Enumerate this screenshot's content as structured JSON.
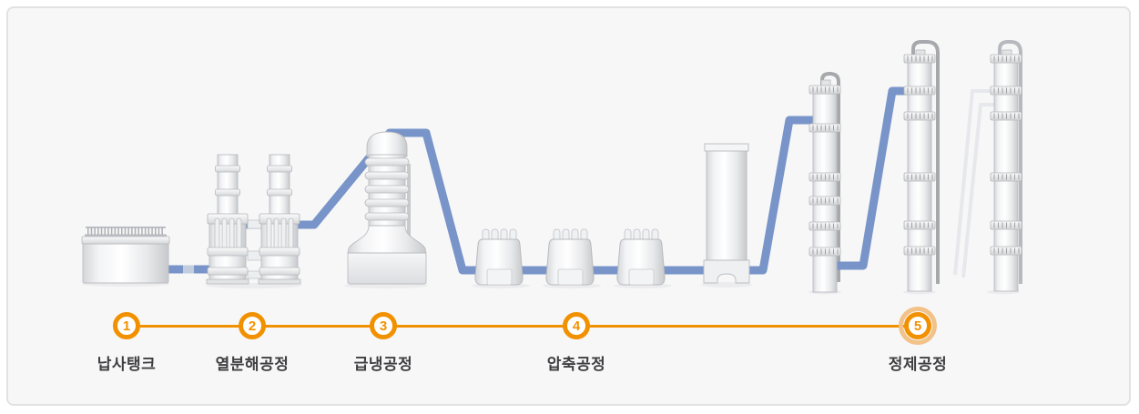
{
  "process": {
    "line_color": "#f29100",
    "halo_color": "#f2c289",
    "label_color": "#3f3f41",
    "steps": [
      {
        "number": "1",
        "label": "납사탱크",
        "active": false
      },
      {
        "number": "2",
        "label": "열분해공정",
        "active": false
      },
      {
        "number": "3",
        "label": "급냉공정",
        "active": false
      },
      {
        "number": "4",
        "label": "압축공정",
        "active": false
      },
      {
        "number": "5",
        "label": "정제공정",
        "active": true
      }
    ]
  },
  "illustration": {
    "pipe_color": "#7894c8",
    "pipe_joint_color": "#c2cdde",
    "ghost_pipe_color": "#e7e8ec",
    "overhead_pipe_color": "#a6a8ac",
    "equipment": [
      "naphtha-tank",
      "pyrolysis-furnace",
      "quench-tower",
      "compressor-unit",
      "compressor-unit",
      "compressor-unit",
      "separator-drum",
      "distillation-tower",
      "distillation-tower",
      "distillation-tower"
    ]
  }
}
